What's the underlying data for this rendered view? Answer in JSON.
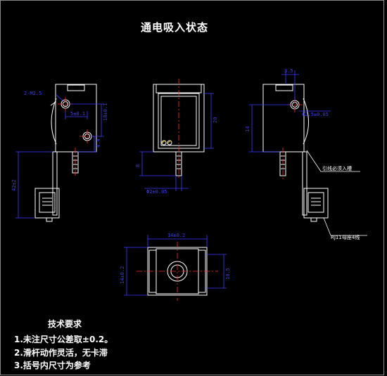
{
  "title": "通电吸入状态",
  "notes": {
    "heading": "技术要求",
    "items": [
      "1.未注尺寸公差取±0.2。",
      "2.滑杆动作灵活，无卡滞",
      "3.括号内尺寸为参考"
    ]
  },
  "dimensions": {
    "hole_left": "2-M2.5",
    "left_horiz": "5±0.1",
    "left_vert_1": "18±0.1",
    "left_vert_2": "4.4",
    "left_height": "42±2",
    "front_height": "20",
    "front_small": "8",
    "shaft_dia": "Φ2±0.05",
    "right_top": "3.5",
    "right_hole": "Φ2.5±0.05",
    "right_vert": "14",
    "bottom_width": "14±0.2",
    "bottom_height_left": "14±0.2",
    "bottom_height_right": "10.5"
  },
  "callouts": {
    "wire": "引线必须入槽",
    "rj11": "RJ11母座4线"
  },
  "colors": {
    "background": "#000000",
    "outline": "#ffffff",
    "dimension": "#3c3cff",
    "centerline": "#ff2a2a",
    "hatch": "#ffd400"
  }
}
